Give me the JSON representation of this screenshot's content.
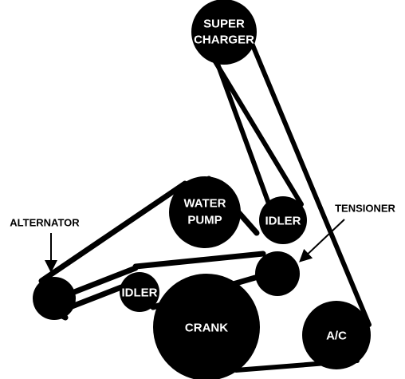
{
  "colors": {
    "background": "#ffffff",
    "pulley": "#000000",
    "belt": "#000000",
    "pulley_text": "#ffffff",
    "callout_text": "#000000"
  },
  "pulleys": {
    "supercharger": {
      "line1": "SUPER",
      "line2": "CHARGER"
    },
    "water_pump": {
      "line1": "WATER",
      "line2": "PUMP"
    },
    "idler_upper": {
      "label": "IDLER"
    },
    "idler_lower": {
      "label": "IDLER"
    },
    "tensioner": {
      "label": ""
    },
    "alternator": {
      "label": ""
    },
    "crank": {
      "label": "CRANK"
    },
    "ac": {
      "label": "A/C"
    }
  },
  "callouts": {
    "alternator": "ALTERNATOR",
    "tensioner": "TENSIONER"
  }
}
